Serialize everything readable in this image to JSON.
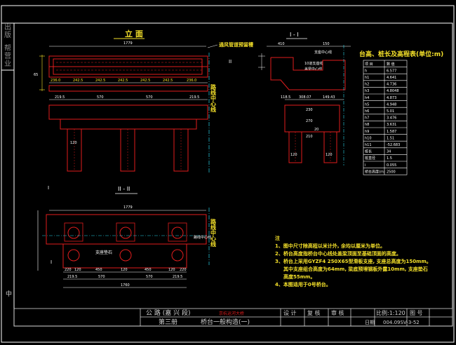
{
  "colors": {
    "background": "#000000",
    "frame": "#ffffff",
    "structure": "#e11d1d",
    "dimension": "#ffffff",
    "title": "#f5e12a",
    "centerline": "#28d4e8",
    "table_title": "#f5e12a",
    "notes": "#f5e12a",
    "titleblock": "#d0d0d0"
  },
  "side_labels": {
    "top": "出版",
    "bottom": "帮营业"
  },
  "elevation": {
    "title": "立  面",
    "annotation": "通风管道预留槽",
    "label_II": "II",
    "centerline_label": "路线中心线",
    "top_dim": "1779",
    "sub_dims": [
      "236.0",
      "242.5",
      "242.5",
      "242.5",
      "242.5",
      "242.5",
      "236.0"
    ],
    "pier_dims": [
      "219.5",
      "570",
      "570",
      "219.5"
    ],
    "elev_left": "65",
    "pile_size": "120"
  },
  "section_II": {
    "title": "II - II",
    "label_I": "I",
    "top_dim": "1779",
    "support_label": "支座垫石",
    "centerline_label": "路线中心线",
    "bottom_dims": [
      "220",
      "120",
      "450",
      "120",
      "450",
      "120",
      "220"
    ],
    "total_dim": "1760",
    "sub_dims": [
      "219.5",
      "570",
      "570",
      "219.5"
    ]
  },
  "section_I": {
    "title": "I - I",
    "labels": [
      "支座中心线",
      "10道支座线",
      "盖梁中心线"
    ],
    "dims": [
      "410",
      "150",
      "118.5",
      "308.07",
      "149.43",
      "230",
      "270",
      "210",
      "20",
      "120",
      "120"
    ]
  },
  "table": {
    "title": "台高、桩长及高程表(单位:m)",
    "header": [
      "项  目",
      "数 值"
    ],
    "rows": [
      [
        "h",
        "6.577"
      ],
      [
        "h1",
        "4.641"
      ],
      [
        "h2",
        "4.736"
      ],
      [
        "h3",
        "4.8048"
      ],
      [
        "h4",
        "4.873"
      ],
      [
        "h5",
        "4.948"
      ],
      [
        "h6",
        "5.01"
      ],
      [
        "h7",
        "3.476"
      ],
      [
        "h8",
        "3.631"
      ],
      [
        "h9",
        "1.587"
      ],
      [
        "h10",
        "1.51"
      ],
      [
        "h11",
        "-52.683"
      ],
      [
        "桩长",
        "34"
      ],
      [
        "桩直径",
        "1.5"
      ],
      [
        "i",
        "0.055"
      ],
      [
        "桥台高度(m)",
        "2500"
      ]
    ]
  },
  "notes": {
    "header": "注",
    "items": [
      "1、图中尺寸除高程以米计外, 余均以厘米为单位。",
      "2、桥台高度指桥台中心线处盖梁顶面至基础顶面的高度。",
      "3、桥台上采用GYZF4  250X65型滑板支座, 支座总高度为150mm。",
      "其中支座组合高度为64mm, 梁底预埋钢板外露10mm, 支座垫石",
      "高度55mm。",
      "4、本图适用于0号桥台。"
    ]
  },
  "titleblock": {
    "project_line1": "公 路 (嘉 兴 段)",
    "project_line2": "京杭运河大桥",
    "volume": "第三册",
    "drawing_title": "桥台一般构造(一)",
    "design": "设 计",
    "review": "复 核",
    "audit": "审 核",
    "scale": "比例:1:120",
    "figure_no": "图  号",
    "date": "日期",
    "drawing_code": "004.09SV-3-52",
    "left_text": "中"
  }
}
